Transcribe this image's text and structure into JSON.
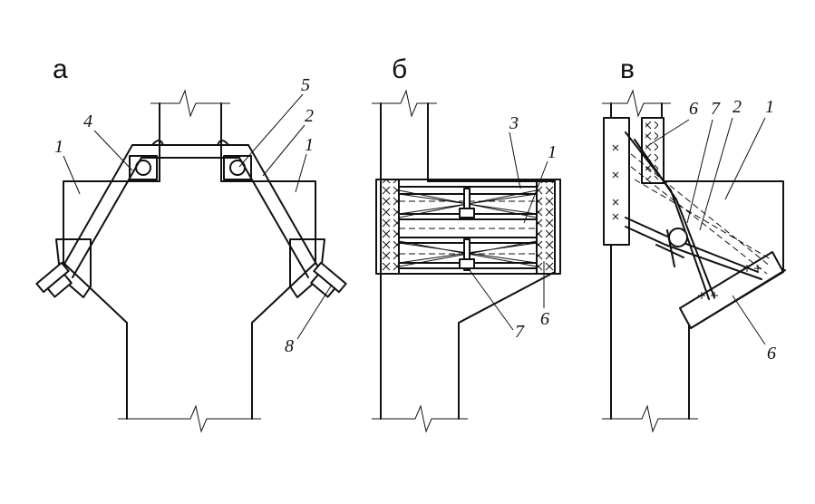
{
  "panels": [
    {
      "letter": "а",
      "labels": [
        "1",
        "4",
        "5",
        "2",
        "1",
        "8"
      ]
    },
    {
      "letter": "б",
      "labels": [
        "3",
        "1",
        "7",
        "6"
      ]
    },
    {
      "letter": "в",
      "labels": [
        "6",
        "7",
        "2",
        "1",
        "6"
      ]
    }
  ]
}
